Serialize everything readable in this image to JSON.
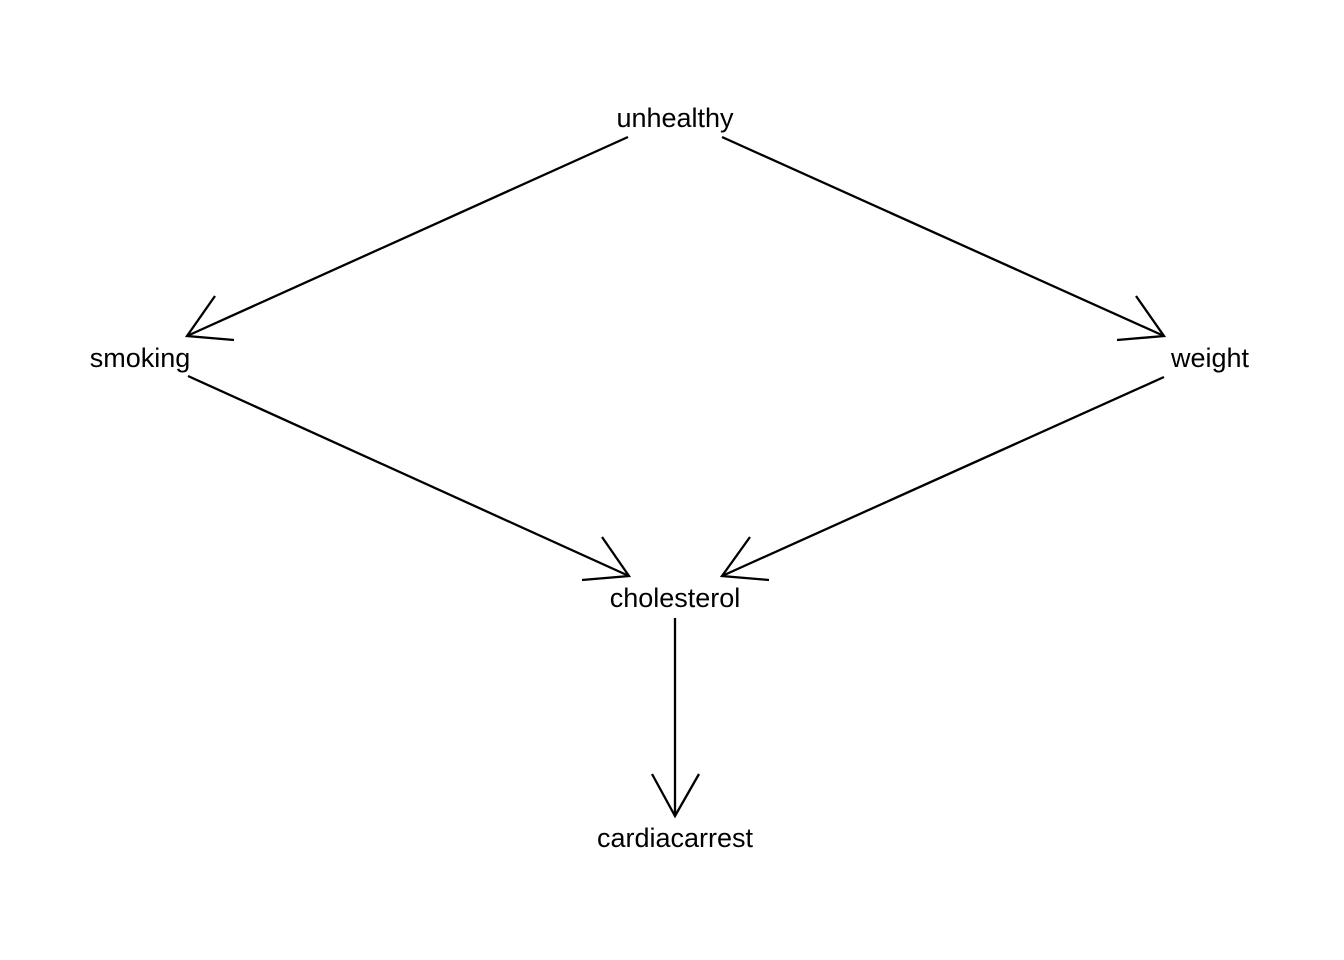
{
  "nodes": [
    {
      "id": "unhealthy",
      "label": "unhealthy"
    },
    {
      "id": "smoking",
      "label": "smoking"
    },
    {
      "id": "weight",
      "label": "weight"
    },
    {
      "id": "cholesterol",
      "label": "cholesterol"
    },
    {
      "id": "cardiacarrest",
      "label": "cardiacarrest"
    }
  ],
  "edges": [
    {
      "from": "unhealthy",
      "to": "smoking"
    },
    {
      "from": "unhealthy",
      "to": "weight"
    },
    {
      "from": "smoking",
      "to": "cholesterol"
    },
    {
      "from": "weight",
      "to": "cholesterol"
    },
    {
      "from": "cholesterol",
      "to": "cardiacarrest"
    }
  ],
  "colors": {
    "background": "#ffffff",
    "stroke": "#000000",
    "text": "#000000"
  }
}
